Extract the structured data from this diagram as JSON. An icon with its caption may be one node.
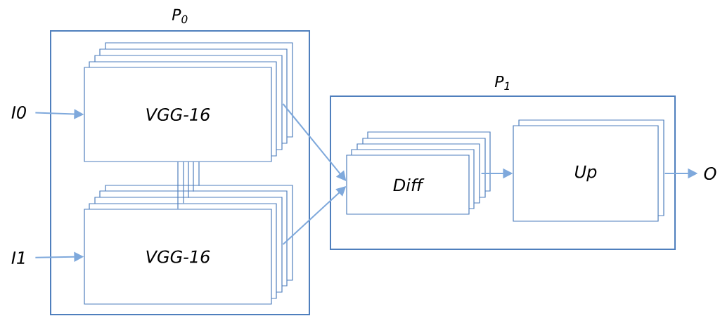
{
  "diagram": {
    "nodes": [
      {
        "text": [
          "P$_{0}$"
        ]
      },
      {
        "text": [
          "VGG-16"
        ],
        "in": 0
      },
      {
        "text": [
          "VGG-16"
        ],
        "in": 0
      },
      {
        "text": [
          "P$_{1}$"
        ]
      },
      {
        "text": [
          "Diff"
        ],
        "in": 3
      },
      {
        "text": [
          "Up"
        ],
        "in": 3
      },
      {
        "text": [
          "I0"
        ]
      },
      {
        "text": [
          "I1"
        ]
      },
      {
        "text": [
          "O"
        ]
      }
    ],
    "edges": [
      {
        "from": 6,
        "to": 1,
        "arrow": "to"
      },
      {
        "from": 7,
        "to": 2,
        "arrow": "to"
      },
      {
        "from": 1,
        "to": 2,
        "arrow": "none"
      },
      {
        "from": 1,
        "to": 4,
        "arrow": "to"
      },
      {
        "from": 2,
        "to": 4,
        "arrow": "to"
      },
      {
        "from": 4,
        "to": 5,
        "arrow": "to"
      },
      {
        "from": 5,
        "to": 8,
        "arrow": "to"
      }
    ]
  }
}
